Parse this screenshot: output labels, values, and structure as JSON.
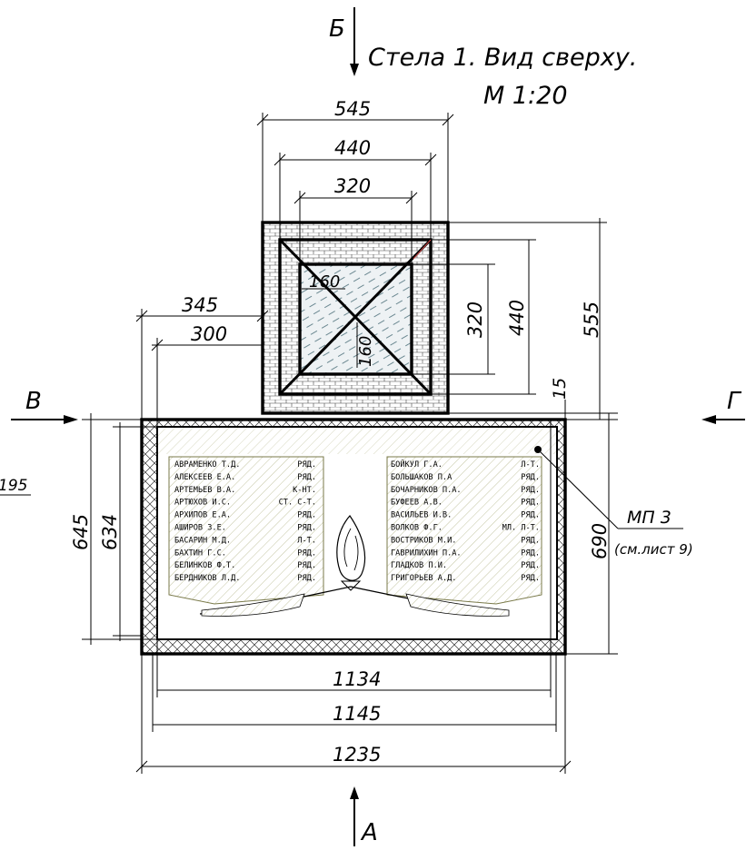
{
  "title": {
    "line1": "Стела 1. Вид сверху.",
    "line2": "М 1:20"
  },
  "section_markers": {
    "top": "Б",
    "bottom": "А",
    "left": "В",
    "right": "Г"
  },
  "dimensions": {
    "top_545": "545",
    "top_440": "440",
    "top_320": "320",
    "inner_160_h": "160",
    "inner_160_v": "160",
    "right_320": "320",
    "right_440": "440",
    "right_555": "555",
    "right_15": "15",
    "left_345": "345",
    "left_300": "300",
    "left_645": "645",
    "left_634": "634",
    "left_195": "195",
    "right_690": "690",
    "bottom_1134": "1134",
    "bottom_1145": "1145",
    "bottom_1235": "1235"
  },
  "callout": {
    "label": "МП 3",
    "note": "(см.лист 9)"
  },
  "names_left": [
    {
      "name": "АВРАМЕНКО Т.Д.",
      "rank": "РЯД."
    },
    {
      "name": "АЛЕКСЕЕВ Е.А.",
      "rank": "РЯД."
    },
    {
      "name": "АРТЕМЬЕВ В.А.",
      "rank": "К-НТ."
    },
    {
      "name": "АРТЮХОВ И.С.",
      "rank": "СТ. С-Т."
    },
    {
      "name": "АРХИПОВ Е.А.",
      "rank": "РЯД."
    },
    {
      "name": "АШИРОВ З.Е.",
      "rank": "РЯД."
    },
    {
      "name": "БАСАРИН М.Д.",
      "rank": "Л-Т."
    },
    {
      "name": "БАХТИН Г.С.",
      "rank": "РЯД."
    },
    {
      "name": "БЕЛИНКОВ Ф.Т.",
      "rank": "РЯД."
    },
    {
      "name": "БЕРДНИКОВ Л.Д.",
      "rank": "РЯД."
    }
  ],
  "names_right": [
    {
      "name": "БОЙКУЛ Г.А.",
      "rank": "Л-Т."
    },
    {
      "name": "БОЛЬШАКОВ П.А",
      "rank": "РЯД."
    },
    {
      "name": "БОЧАРНИКОВ П.А.",
      "rank": "РЯД."
    },
    {
      "name": "БУФЕЕВ А.В.",
      "rank": "РЯД."
    },
    {
      "name": "ВАСИЛЬЕВ И.В.",
      "rank": "РЯД."
    },
    {
      "name": "ВОЛКОВ Ф.Г.",
      "rank": "МЛ. Л-Т."
    },
    {
      "name": "ВОСТРИКОВ М.И.",
      "rank": "РЯД."
    },
    {
      "name": "ГАВРИЛИХИН П.А.",
      "rank": "РЯД."
    },
    {
      "name": "ГЛАДКОВ П.И.",
      "rank": "РЯД."
    },
    {
      "name": "ГРИГОРЬЕВ А.Д.",
      "rank": "РЯД."
    }
  ]
}
